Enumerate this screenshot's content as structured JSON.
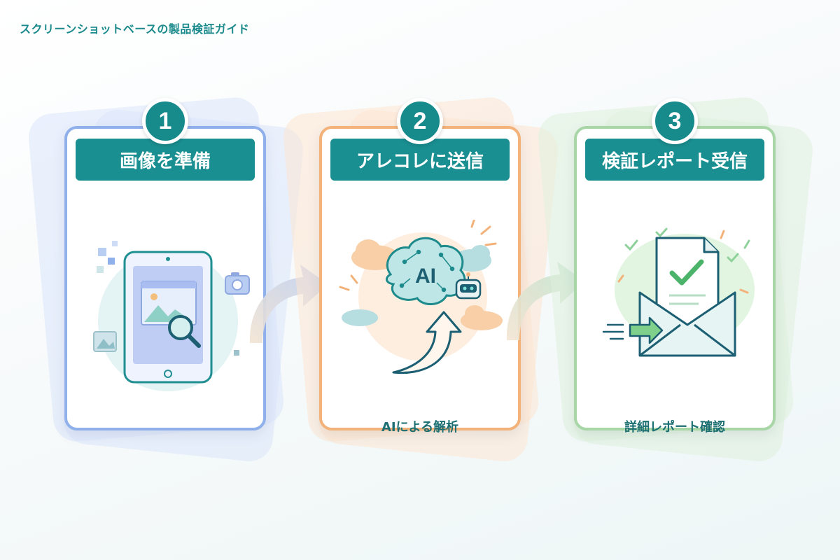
{
  "page": {
    "title": "スクリーンショットベースの製品検証ガイド"
  },
  "steps": [
    {
      "number": "1",
      "title": "画像を準備",
      "caption": "",
      "accent": "#8fb0ea",
      "blob": "#dbe6fb"
    },
    {
      "number": "2",
      "title": "アレコレに送信",
      "caption": "AIによる解析",
      "accent": "#f2b27a",
      "blob": "#fde6d2"
    },
    {
      "number": "3",
      "title": "検証レポート受信",
      "caption": "詳細レポート確認",
      "accent": "#a8d6a7",
      "blob": "#def1dc"
    }
  ],
  "icons": {
    "step1": [
      "tablet-icon",
      "magnifier-icon",
      "camera-icon",
      "image-icon"
    ],
    "step2": [
      "brain-ai-icon",
      "robot-icon",
      "cloud-icon",
      "upload-arrow-icon"
    ],
    "step3": [
      "document-check-icon",
      "envelope-icon",
      "send-arrow-icon"
    ]
  },
  "illus_text": {
    "ai": "AI"
  },
  "colors": {
    "primary": "#1a8f91",
    "title": "#1b8a8c"
  }
}
